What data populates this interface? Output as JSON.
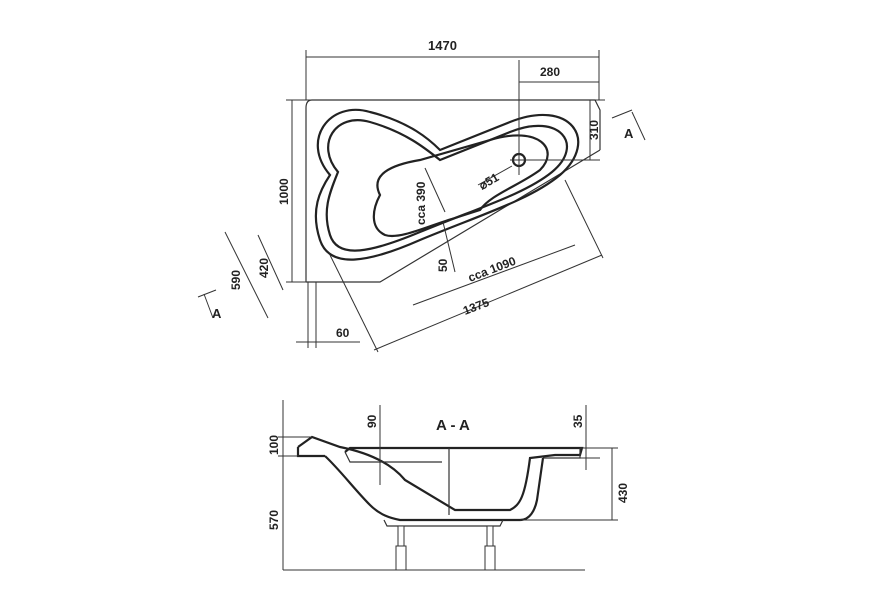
{
  "drawing": {
    "title": "Corner bathtub technical drawing",
    "plan_view": {
      "dimensions": {
        "overall_width": "1470",
        "drain_offset_x": "280",
        "drain_offset_y": "310",
        "overall_depth": "1000",
        "outer_width_diag": "590",
        "inner_width_diag": "420",
        "corner_offset": "60",
        "drain_diameter": "⌀51",
        "bottom_width": "cca 390",
        "step": "50",
        "bottom_length": "cca 1090",
        "overall_length_diag": "1375"
      },
      "section_markers": [
        "A",
        "A"
      ]
    },
    "section_view": {
      "title": "A - A",
      "dimensions": {
        "rim_height_left": "100",
        "seat_depth": "90",
        "rim_thickness": "35",
        "inner_depth": "430",
        "base_height": "570"
      }
    }
  }
}
